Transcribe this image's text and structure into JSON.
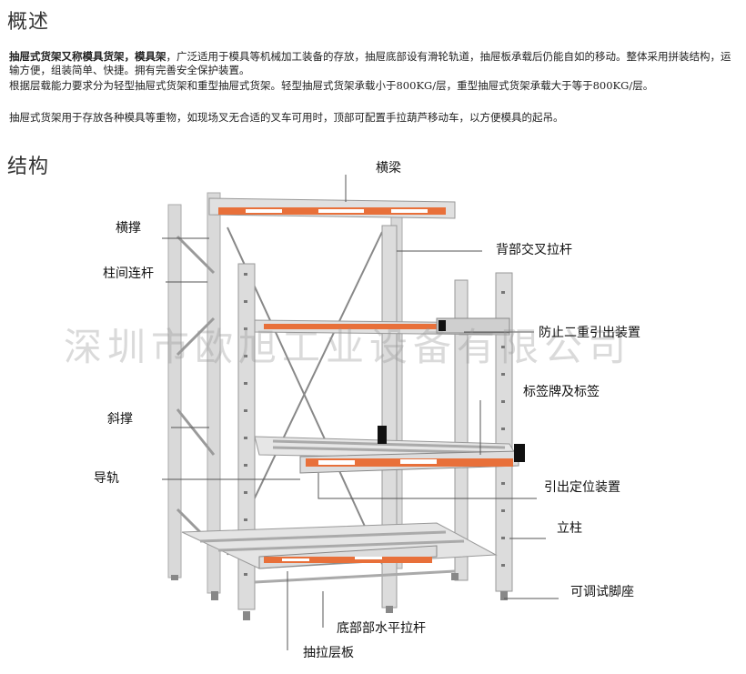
{
  "overview": {
    "heading": "概述",
    "p1_bold": "抽屉式货架又称模具货架，模具架",
    "p1_rest": "，广泛适用于模具等机械加工装备的存放，抽屉底部设有滑轮轨道，抽屉板承载后仍能自如的移动。整体采用拼装结构，运输方便，组装简单、快捷。拥有完善安全保护装置。",
    "p2": "根据层载能力要求分为轻型抽屉式货架和重型抽屉式货架。轻型抽屉式货架承载小于800KG/层，重型抽屉式货架承载大于等于800KG/层。",
    "p3": "抽屉式货架用于存放各种模具等重物，如现场叉无合适的叉车可用时，顶部可配置手拉葫芦移动车，以方便模具的起吊。"
  },
  "structure": {
    "heading": "结构",
    "labels": {
      "beam": "横梁",
      "brace": "横撑",
      "back_cross": "背部交叉拉杆",
      "column_link": "柱间连杆",
      "anti_double": "防止二重引出装置",
      "label_plate": "标签牌及标签",
      "diagonal": "斜撑",
      "rail": "导轨",
      "pull_lock": "引出定位装置",
      "upright": "立柱",
      "foot": "可调试脚座",
      "bottom_bar": "底部部水平拉杆",
      "drawer_board": "抽拉层板"
    }
  },
  "watermark": "深圳市欧旭工业设备有限公司",
  "colors": {
    "frame": "#d6d6d6",
    "frame_dark": "#9a9a9a",
    "accent": "#e8703a",
    "leader": "#555555"
  }
}
